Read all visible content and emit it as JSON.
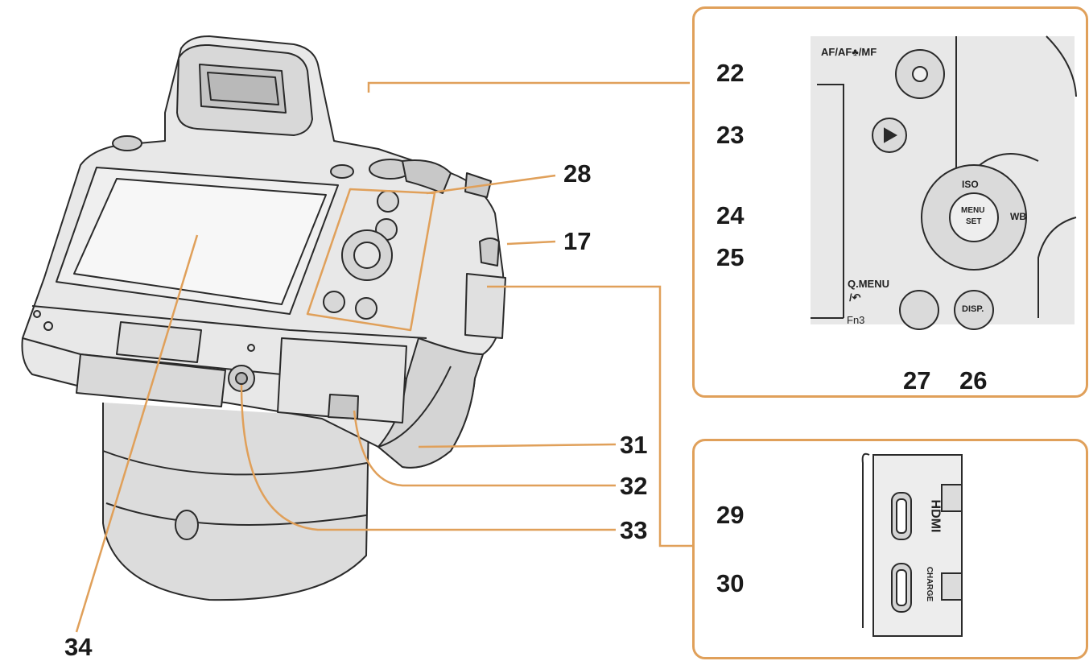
{
  "figure": {
    "callouts": {
      "n17": "17",
      "n22": "22",
      "n23": "23",
      "n24": "24",
      "n25": "25",
      "n26": "26",
      "n27": "27",
      "n28": "28",
      "n29": "29",
      "n30": "30",
      "n31": "31",
      "n32": "32",
      "n33": "33",
      "n34": "34"
    },
    "button_labels": {
      "af_mf": "AF/AF♣/MF",
      "iso": "ISO",
      "wb": "WB",
      "menu": "MENU",
      "set": "SET",
      "qmenu": "Q.MENU",
      "back": "/↶",
      "fn3": "Fn3",
      "disp": "DISP.",
      "hdmi": "HDMI",
      "charge": "CHARGE"
    },
    "colors": {
      "panel_border": "#e0a05a",
      "leader_line": "#e0a05a",
      "body_fill": "#e8e8e8",
      "outline": "#2a2a2a"
    }
  }
}
